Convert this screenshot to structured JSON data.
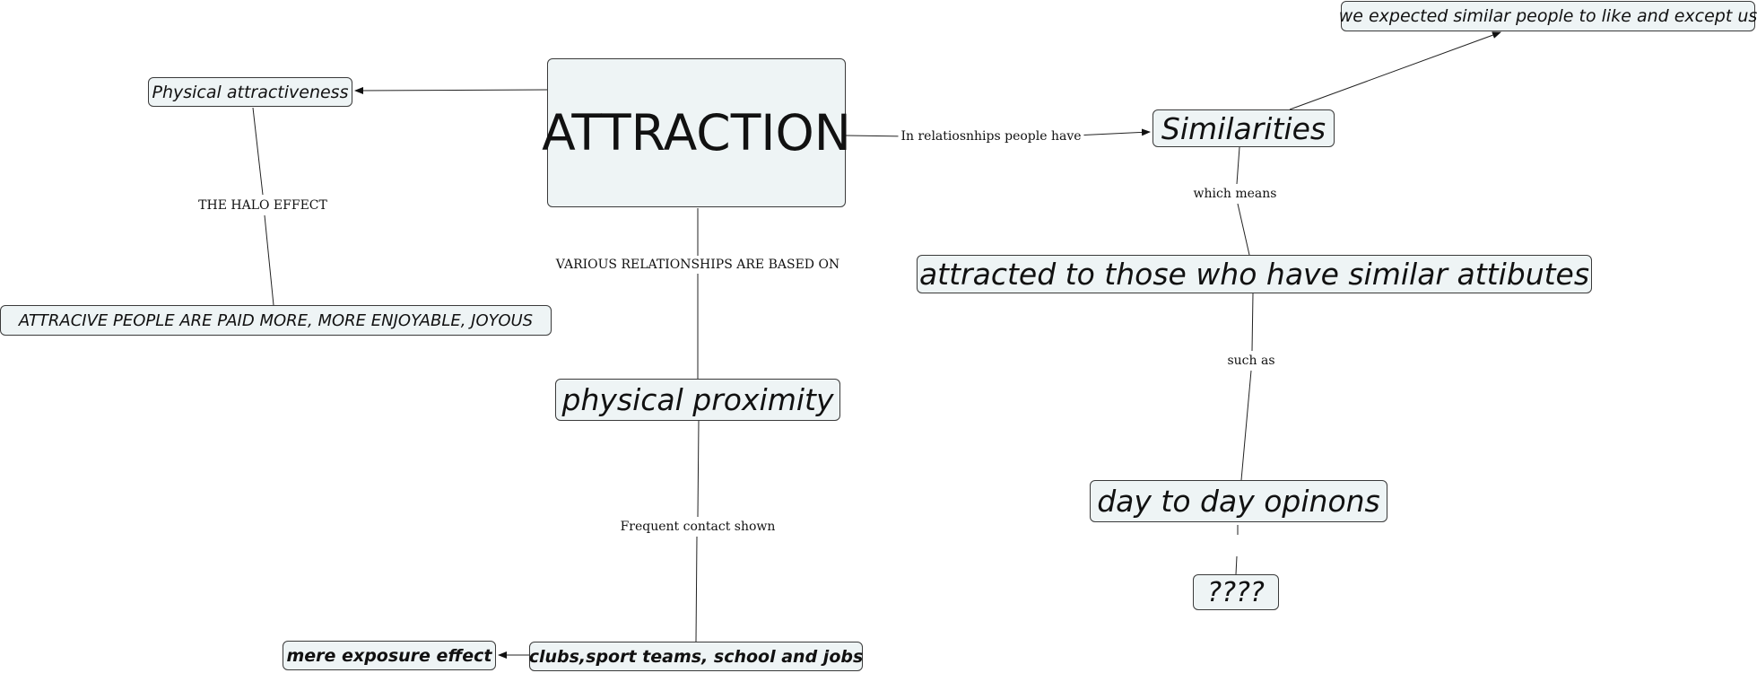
{
  "nodes": {
    "attraction": "ATTRACTION",
    "physical_attractiveness": "Physical attractiveness",
    "attractive_people": "ATTRACIVE PEOPLE ARE PAID MORE, MORE ENJOYABLE, JOYOUS",
    "physical_proximity": "physical proximity",
    "clubs": "clubs,sport teams, school and jobs",
    "mere_exposure": "mere exposure effect",
    "similarities": "Similarities",
    "expected_similar": "we expected similar people to like and except us",
    "attracted_similar": "attracted to those who have similar attibutes",
    "day_to_day": "day to day opinons",
    "unknown": "????"
  },
  "links": {
    "halo_effect": "THE HALO EFFECT",
    "various_relationships": "VARIOUS RELATIONSHIPS ARE BASED ON",
    "frequent_contact": "Frequent contact shown",
    "in_relationships": "In relatiosnhips people have",
    "which_means": "which means",
    "such_as": "such as"
  },
  "colors": {
    "node_fill": "#eef4f5",
    "node_border": "#3a3a3a",
    "line": "#222222"
  }
}
